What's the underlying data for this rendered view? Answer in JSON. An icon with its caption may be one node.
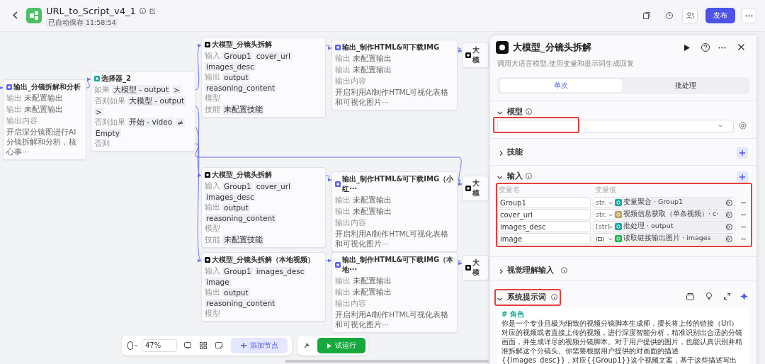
{
  "diagram": {
    "nodes": [
      {
        "text": [
          "输出_分镜拆解和分析",
          "输出",
          "未配置输出",
          "输出",
          "未配置输出",
          "输出内容",
          "开启深分镜图进行AI分镜拆解和分析，核心事···"
        ]
      },
      {
        "text": [
          "选择器_2",
          "如果",
          "大模型 - output",
          ">",
          "否则如果",
          "大模型 - output",
          ">",
          "否则如果",
          "开始 - video",
          "≠",
          "Empty",
          "否则"
        ]
      },
      {
        "text": [
          "大模型_分镜头拆解",
          "输入",
          "Group1",
          "cover_url",
          "images_desc",
          "输出",
          "output",
          "reasoning_content",
          "模型",
          "技能",
          "未配置技能"
        ]
      },
      {
        "text": [
          "输出_制作HTML&可下载IMG",
          "输出",
          "未配置输出",
          "输出",
          "未配置输出",
          "输出内容",
          "开启利用AI制作HTML可视化表格和可视化图片···"
        ]
      },
      {
        "text": [
          "大模"
        ]
      },
      {
        "text": [
          "大模型_分镜头拆解",
          "输入",
          "Group1",
          "cover_url",
          "images_desc",
          "输出",
          "output",
          "reasoning_content",
          "模型",
          "技能",
          "未配置技能"
        ]
      },
      {
        "text": [
          "输出_制作HTML&可下载IMG（小红···",
          "输出",
          "未配置输出",
          "输出",
          "未配置输出",
          "输出内容",
          "开启利用AI制作HTML可视化表格和可视化图片···"
        ]
      },
      {
        "text": [
          "大模"
        ]
      },
      {
        "text": [
          "大模型_分镜头拆解（本地视频）",
          "输入",
          "Group1",
          "images_desc",
          "image",
          "输出",
          "output",
          "reasoning_content",
          "模型"
        ]
      },
      {
        "text": [
          "输出_制作HTML&可下载IMG（本地···",
          "输出",
          "未配置输出",
          "输出",
          "未配置输出",
          "输出内容",
          "开启利用AI制作HTML可视化表格和可视化图片···"
        ]
      },
      {
        "text": [
          "大模"
        ]
      }
    ],
    "edges": [
      {
        "from": null,
        "to": 0,
        "arrow": "to"
      },
      {
        "from": 0,
        "to": 1,
        "arrow": "to"
      },
      {
        "from": 1,
        "to": 2,
        "arrow": "to"
      },
      {
        "from": 1,
        "to": 5,
        "arrow": "to"
      },
      {
        "from": 1,
        "to": 8,
        "arrow": "to"
      },
      {
        "from": 1,
        "to": 7,
        "arrow": "to"
      },
      {
        "from": 2,
        "to": 3,
        "arrow": "to"
      },
      {
        "from": 3,
        "to": 4,
        "arrow": "to"
      },
      {
        "from": 5,
        "to": 6,
        "arrow": "to"
      },
      {
        "from": 6,
        "to": 7,
        "arrow": "to"
      },
      {
        "from": 8,
        "to": 9,
        "arrow": "to"
      },
      {
        "from": 9,
        "to": 10,
        "arrow": "to"
      }
    ],
    "labels": [
      "URL_to_Script_v4_1",
      "已自动保存 11:58:54",
      "发布",
      "大模型_分镜头拆解",
      "调用大语言模型,使用变量和提示词生成回复",
      "单次",
      "批处理",
      "模型",
      "技能",
      "输入",
      "变量名",
      "变量值",
      "Group1",
      "str.",
      "变量聚合 · Group1",
      "cover_url",
      "str.",
      "视频信息获取（单条视频）· c·",
      "images_desc",
      "[str]",
      "批处理 · output",
      "image",
      "读取链接输出图片 · images",
      "视觉理解输入",
      "系统提示词",
      "# 角色",
      "你是一个专业且极为细致的视频分镜脚本生成师，擅长将上传的链接（Url）对应的视频或者直接上传的视频，进行深度智能分析，精准识别出合适的分镜画面，并生成详尽的视频分镜脚本。对于用户提供的图片，也能认真识别并精准拆解这个分镜头。你需要根据用户提供的对画面的描述{{images_desc}}，对应{{Group1}}这个视频文案，基于这些描述写出对应的",
      "47%",
      "添加节点",
      "试运行"
    ]
  }
}
